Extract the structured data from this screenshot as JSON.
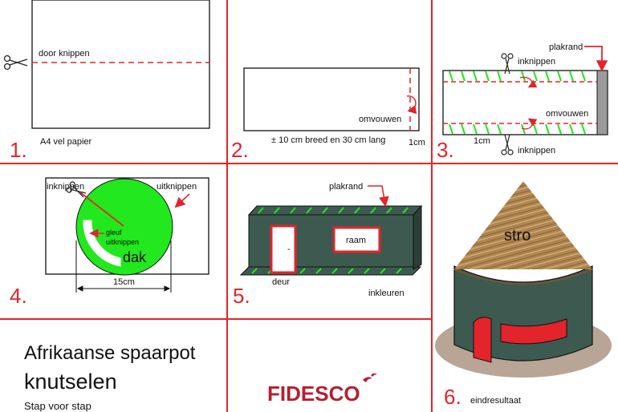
{
  "colors": {
    "grid": "#e3242b",
    "accent": "#e3242b",
    "green": "#22e81e",
    "wall": "#3d5a50",
    "thatch": "#b0864f",
    "ground": "#b8a596",
    "plakrand": "#9b9b9b"
  },
  "panel1": {
    "num": "1.",
    "cut_label": "door knippen",
    "caption": "A4 vel papier",
    "icon": "scissors-icon"
  },
  "panel2": {
    "num": "2.",
    "fold_label": "omvouwen",
    "size_caption": "± 10 cm breed en 30 cm lang",
    "cm_label": "1cm"
  },
  "panel3": {
    "num": "3.",
    "plakrand": "plakrand",
    "cut_top": "inknippen",
    "fold": "omvouwen",
    "cut_bottom": "inknippen",
    "cm_label": "1cm"
  },
  "panel4": {
    "num": "4.",
    "cut_in": "inknippen",
    "cut_out": "uitknippen",
    "slot_line1": "gleuf",
    "slot_line2": "uitknippen",
    "roof": "dak",
    "width": "15cm"
  },
  "panel5": {
    "num": "5.",
    "plakrand": "plakrand",
    "window": "raam",
    "door": "deur",
    "door_mark": "-",
    "color_in": "inkleuren"
  },
  "panel6": {
    "num": "6.",
    "straw": "stro",
    "result": "eindresultaat"
  },
  "title": {
    "line1": "Afrikaanse spaarpot",
    "line2": "knutselen",
    "line3": "Stap voor stap"
  },
  "logo": {
    "text_red": "FIDES",
    "text_co": "CO"
  }
}
